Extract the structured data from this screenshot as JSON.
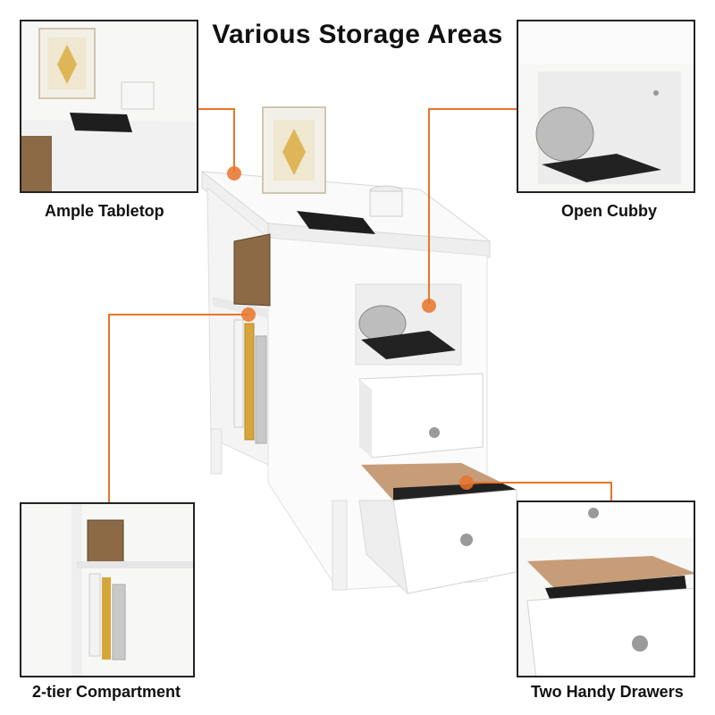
{
  "title": "Various Storage Areas",
  "callouts": [
    {
      "id": "tabletop",
      "label": "Ample Tabletop"
    },
    {
      "id": "cubby",
      "label": "Open Cubby"
    },
    {
      "id": "compartment",
      "label": "2-tier Compartment"
    },
    {
      "id": "drawers",
      "label": "Two Handy Drawers"
    }
  ],
  "colors": {
    "accent": "#e8742a",
    "furniture": "#ffffff",
    "outline": "#222222",
    "basket": "#8b6a45"
  }
}
